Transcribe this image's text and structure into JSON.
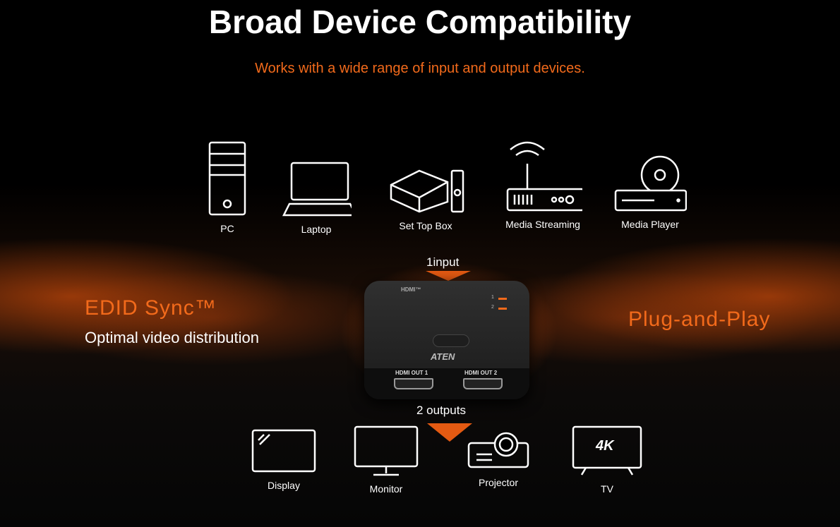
{
  "title": "Broad Device Compatibility",
  "subtitle": "Works with a wide range of input and output devices.",
  "inputs": [
    {
      "label": "PC",
      "icon": "pc-tower-icon"
    },
    {
      "label": "Laptop",
      "icon": "laptop-icon"
    },
    {
      "label": "Set Top Box",
      "icon": "set-top-box-icon"
    },
    {
      "label": "Media Streaming",
      "icon": "router-icon"
    },
    {
      "label": "Media Player",
      "icon": "media-player-icon"
    }
  ],
  "input_count": "1input",
  "output_count": "2 outputs",
  "outputs": [
    {
      "label": "Display",
      "icon": "display-icon"
    },
    {
      "label": "Monitor",
      "icon": "monitor-icon"
    },
    {
      "label": "Projector",
      "icon": "projector-icon"
    },
    {
      "label": "TV",
      "icon": "tv-4k-icon"
    }
  ],
  "tv_badge": "4K",
  "features": {
    "left_title": "EDID Sync™",
    "left_desc": "Optimal video distribution",
    "right_title": "Plug-and-Play"
  },
  "device": {
    "hdmi_logo": "HDMI™",
    "brand": "ATEN",
    "led1": "1",
    "led2": "2",
    "port1": "HDMI OUT 1",
    "port2": "HDMI OUT 2"
  },
  "colors": {
    "accent": "#f26a1b",
    "background": "#000000"
  }
}
